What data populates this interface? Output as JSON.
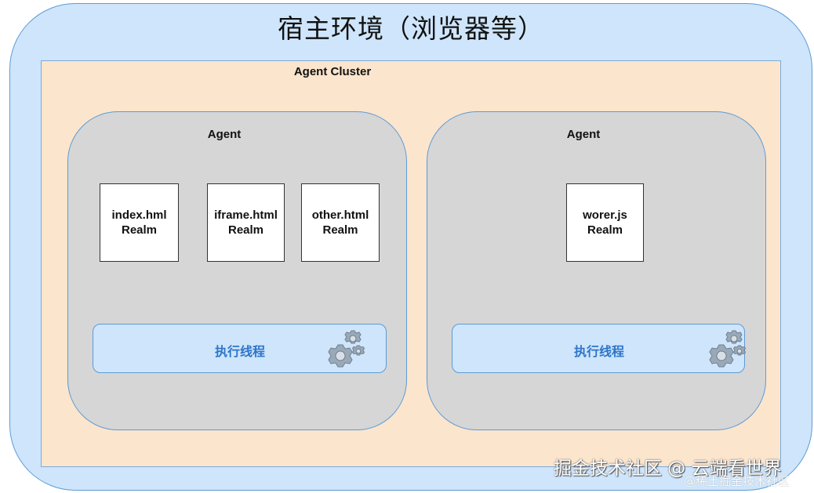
{
  "host": {
    "title": "宿主环境（浏览器等）"
  },
  "cluster": {
    "title": "Agent Cluster"
  },
  "agents": [
    {
      "title": "Agent",
      "realms": [
        {
          "line1": "index.hml",
          "line2": "Realm"
        },
        {
          "line1": "iframe.html",
          "line2": "Realm"
        },
        {
          "line1": "other.html",
          "line2": "Realm"
        }
      ],
      "thread": {
        "label": "执行线程",
        "icon": "gears-icon"
      }
    },
    {
      "title": "Agent",
      "realms": [
        {
          "line1": "worer.js",
          "line2": "Realm"
        }
      ],
      "thread": {
        "label": "执行线程",
        "icon": "gears-icon"
      }
    }
  ],
  "watermark": {
    "main": "掘金技术社区 @ 云端看世界",
    "sub": "@稀土掘金技术社区"
  },
  "colors": {
    "host_fill": "#cfe5fb",
    "border": "#5b9bd5",
    "cluster_fill": "#fce5cd",
    "agent_fill": "#d6d6d6",
    "thread_text": "#2e75c9"
  }
}
